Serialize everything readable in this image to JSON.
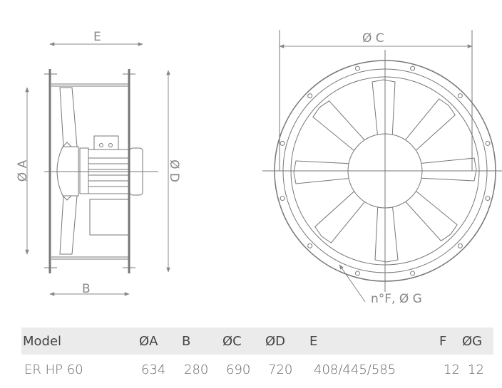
{
  "diagram": {
    "side_view": {
      "label_E": "E",
      "label_B": "B",
      "label_A": "Ø A",
      "label_D": "Ø D"
    },
    "front_view": {
      "label_C": "Ø C",
      "label_holes": "n°F, Ø G",
      "blade_count": 8,
      "hole_count": 12
    }
  },
  "table": {
    "headers": [
      "Model",
      "ØA",
      "B",
      "ØC",
      "ØD",
      "E",
      "F",
      "ØG"
    ],
    "rows": [
      [
        "ER HP 60",
        "634",
        "280",
        "690",
        "720",
        "408/445/585",
        "12",
        "12"
      ]
    ]
  },
  "colors": {
    "line": "#777777",
    "header_bg": "#ebebeb"
  }
}
